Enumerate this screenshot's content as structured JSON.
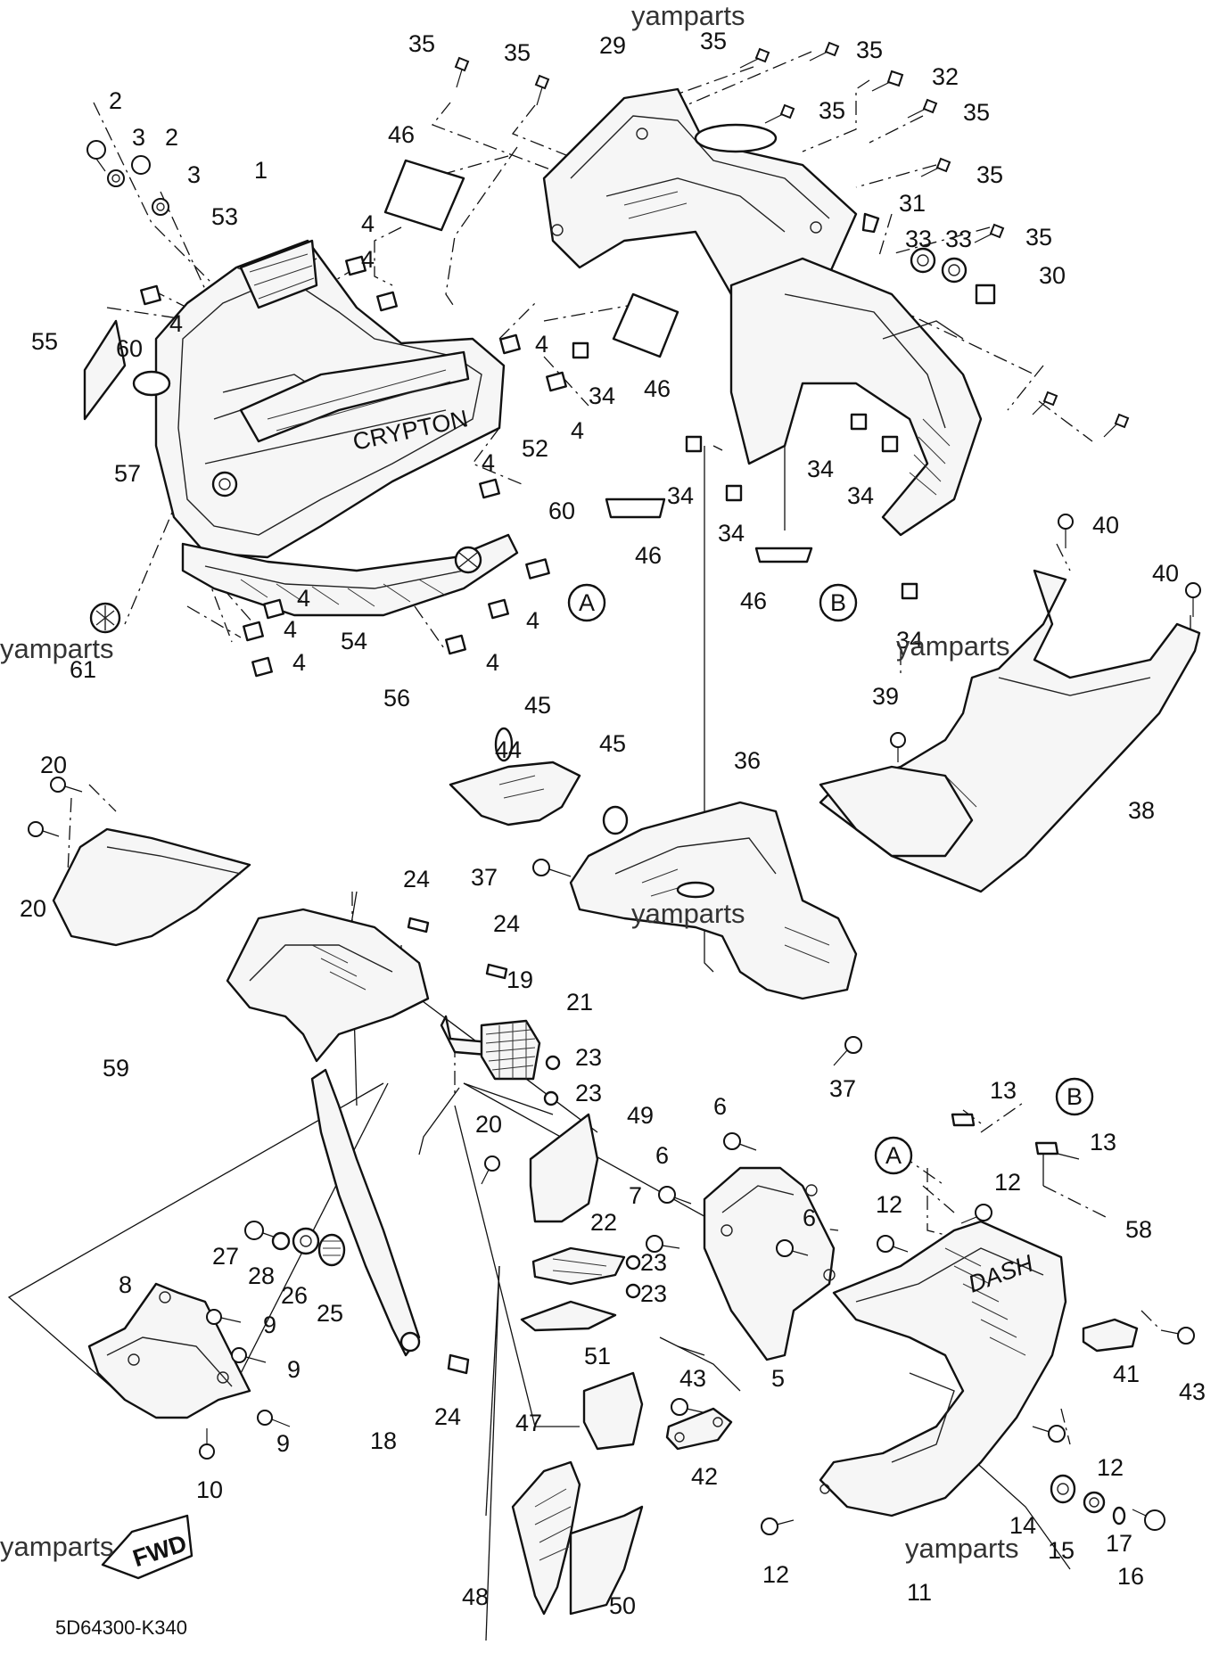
{
  "watermarks": [
    "yamparts",
    "yamparts",
    "yamparts",
    "yamparts",
    "yamparts",
    "yamparts"
  ],
  "diagram_code": "5D64300-K340",
  "fwd_label": "FWD",
  "brand_marks": {
    "upper_cover": "CRYPTON",
    "lower_cover": "DASH"
  },
  "ref_markers": {
    "a1": "A",
    "b1": "B",
    "a2": "A",
    "b2": "B"
  },
  "callouts": [
    "2",
    "3",
    "2",
    "3",
    "1",
    "53",
    "55",
    "60",
    "57",
    "61",
    "46",
    "35",
    "35",
    "29",
    "35",
    "35",
    "32",
    "35",
    "35",
    "35",
    "35",
    "31",
    "33",
    "33",
    "30",
    "4",
    "4",
    "4",
    "4",
    "4",
    "4",
    "52",
    "34",
    "4",
    "34",
    "34",
    "34",
    "34",
    "46",
    "46",
    "46",
    "60",
    "54",
    "56",
    "4",
    "4",
    "4",
    "4",
    "4",
    "40",
    "40",
    "39",
    "38",
    "45",
    "44",
    "45",
    "36",
    "37",
    "37",
    "20",
    "20",
    "59",
    "24",
    "24",
    "19",
    "21",
    "23",
    "23",
    "49",
    "20",
    "27",
    "28",
    "26",
    "25",
    "8",
    "9",
    "9",
    "9",
    "10",
    "18",
    "24",
    "22",
    "23",
    "23",
    "51",
    "47",
    "43",
    "42",
    "48",
    "50",
    "6",
    "6",
    "7",
    "6",
    "5",
    "13",
    "13",
    "12",
    "12",
    "58",
    "41",
    "43",
    "12",
    "14",
    "15",
    "17",
    "16",
    "11",
    "12",
    "34"
  ]
}
